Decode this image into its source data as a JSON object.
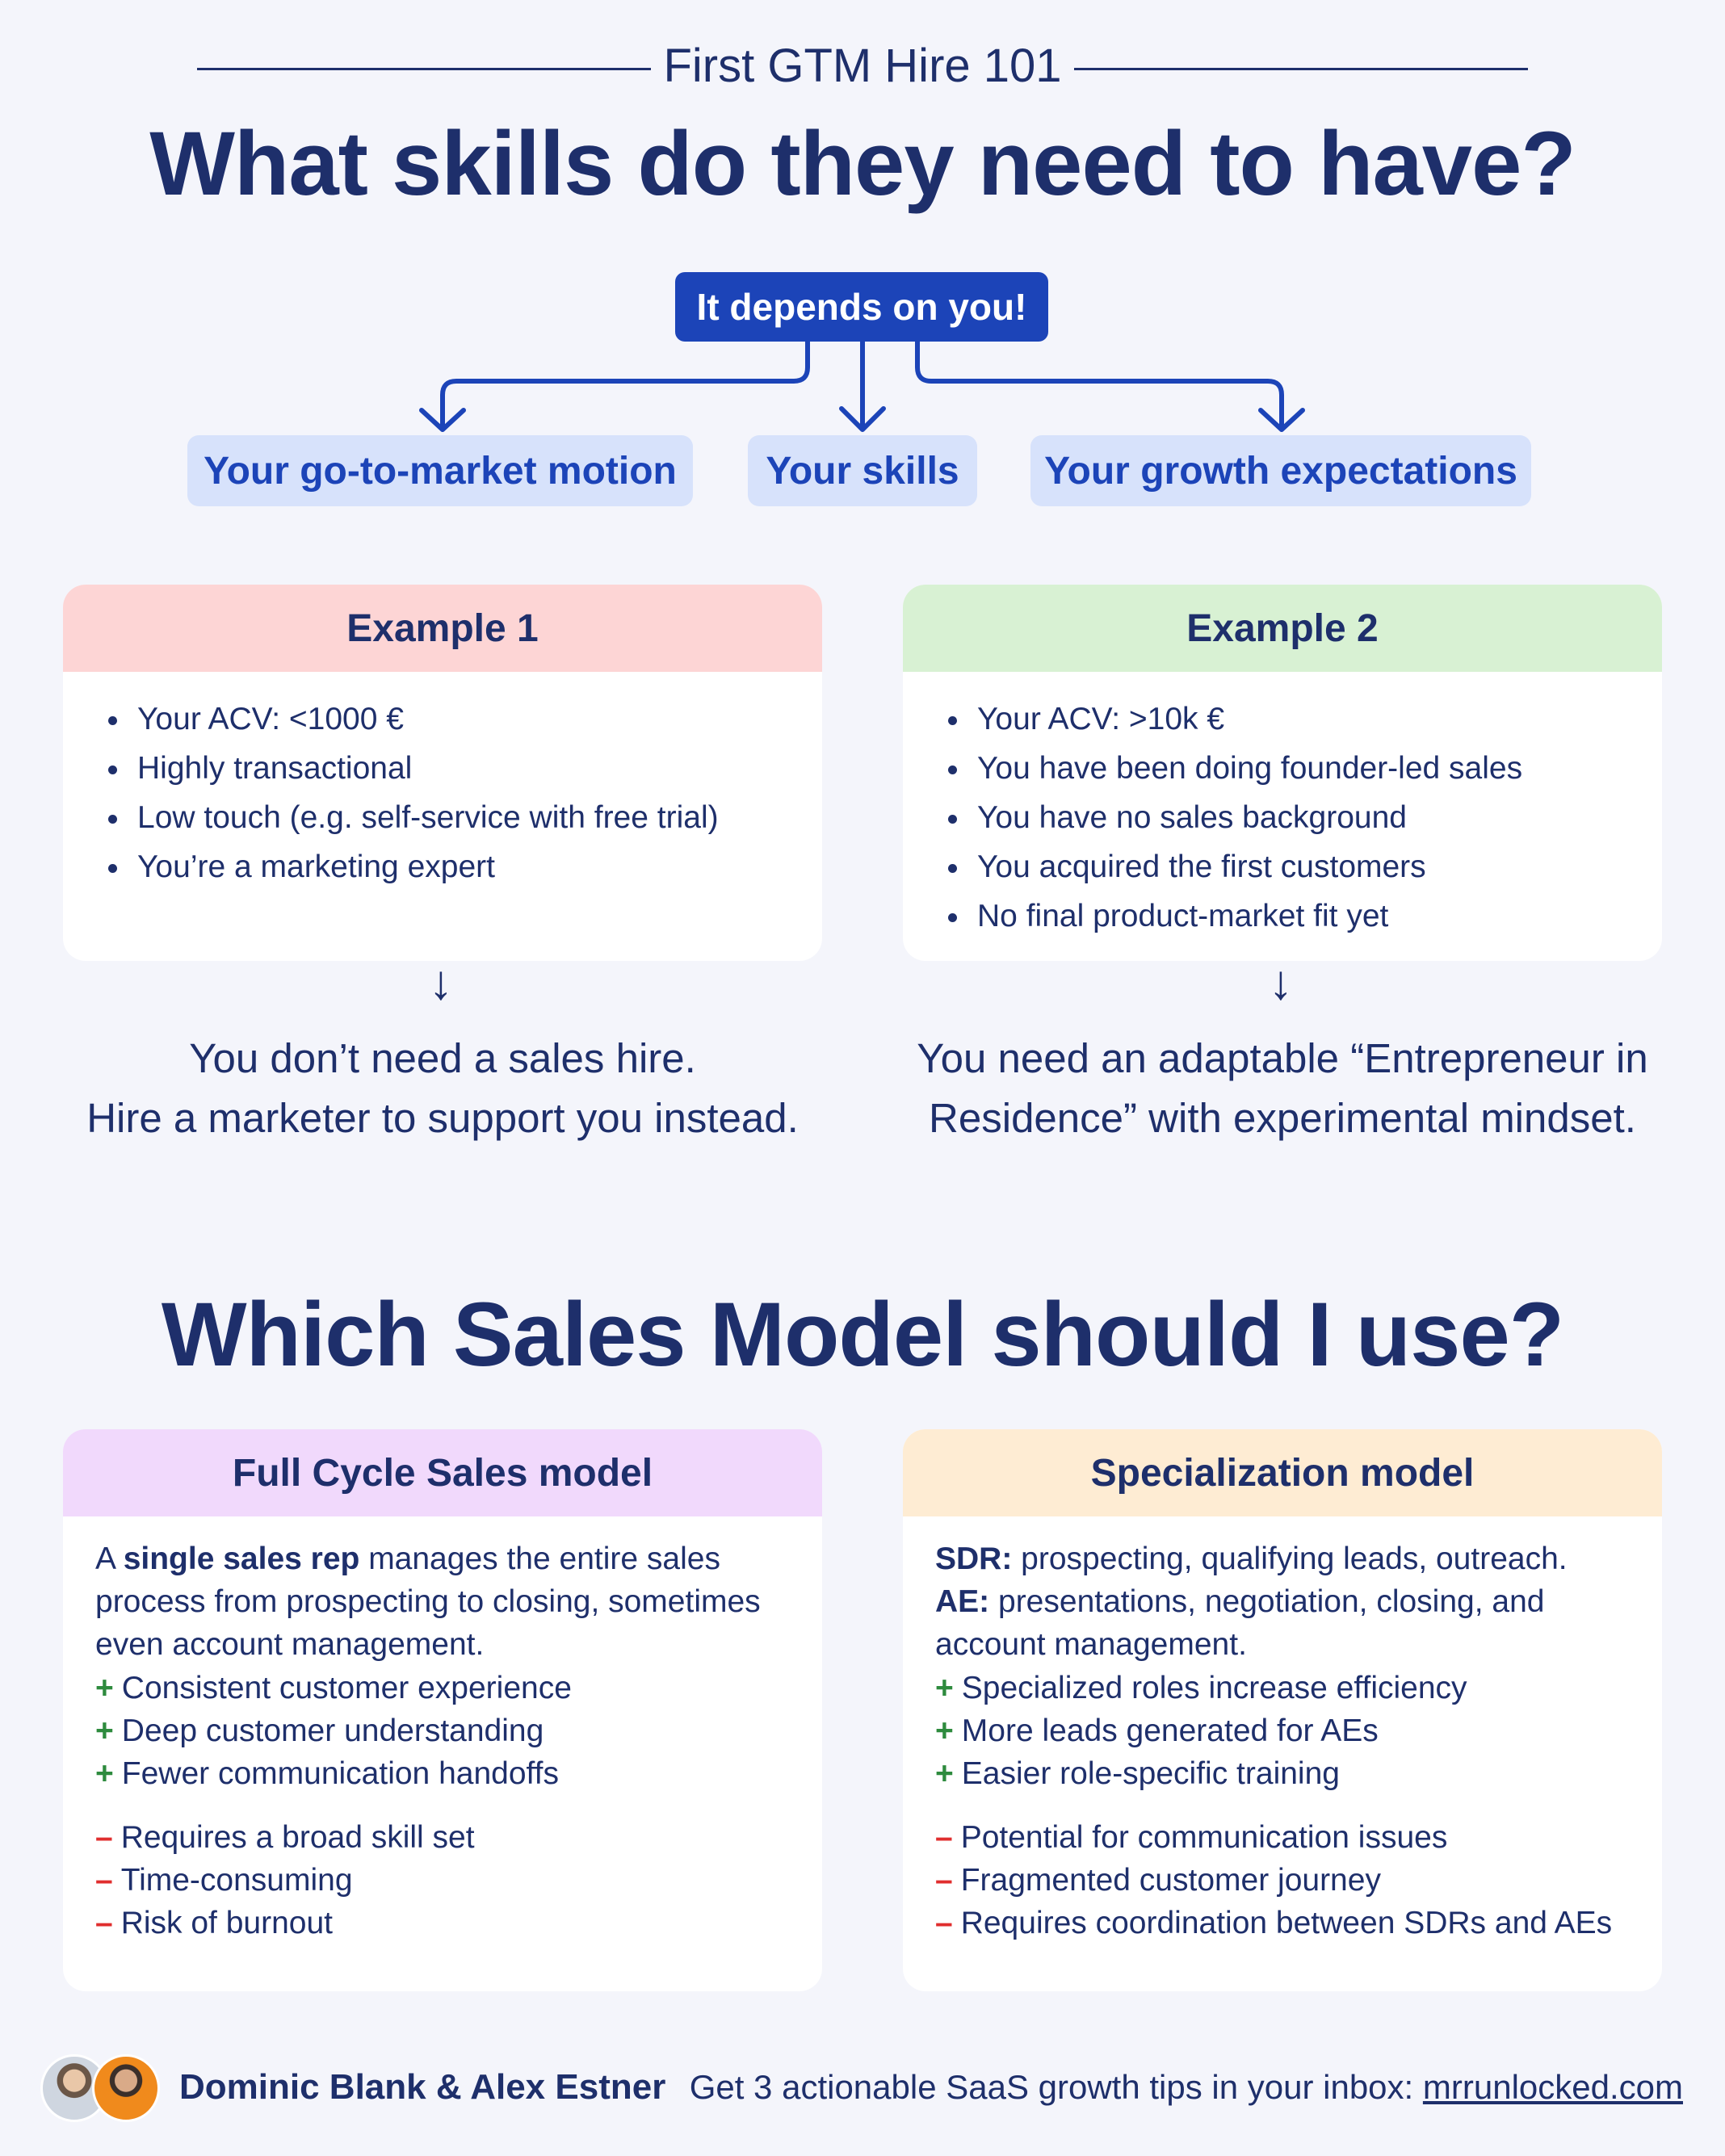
{
  "header": {
    "kicker": "First GTM Hire 101",
    "title": "What skills do they need to have?"
  },
  "depends": {
    "label": "It depends on you!",
    "factors": [
      "Your go-to-market motion",
      "Your skills",
      "Your growth expectations"
    ]
  },
  "examples": [
    {
      "title": "Example 1",
      "head_color": "#fdd5d5",
      "items": [
        "Your ACV: <1000 €",
        "Highly transactional",
        "Low touch (e.g. self-service with free trial)",
        "You’re a marketing expert"
      ],
      "result_lines": [
        "You don’t need a sales hire.",
        "Hire a marketer to support you instead."
      ]
    },
    {
      "title": "Example 2",
      "head_color": "#d8f1d3",
      "items": [
        "Your ACV: >10k €",
        "You have been doing founder-led sales",
        "You have no sales background",
        "You acquired the first customers",
        "No final product-market fit yet"
      ],
      "result_lines": [
        "You need an adaptable “Entrepreneur in",
        "Residence” with experimental mindset."
      ]
    }
  ],
  "section2": {
    "title": "Which Sales Model should I use?"
  },
  "models": [
    {
      "title": "Full Cycle Sales model",
      "head_color": "#f1d9fc",
      "desc_pre": "A ",
      "desc_bold": "single sales rep",
      "desc_post": " manages the entire sales process from prospecting to closing, sometimes even account management.",
      "pros": [
        "Consistent customer experience",
        "Deep customer understanding",
        "Fewer communication handoffs"
      ],
      "cons": [
        "Requires a broad skill set",
        "Time-consuming",
        "Risk of burnout"
      ]
    },
    {
      "title": "Specialization model",
      "head_color": "#feecd3",
      "roles": [
        {
          "label": "SDR:",
          "text": " prospecting, qualifying leads, outreach."
        },
        {
          "label": "AE:",
          "text": " presentations, negotiation, closing, and account management."
        }
      ],
      "pros": [
        "Specialized roles increase efficiency",
        "More leads generated for AEs",
        "Easier role-specific training"
      ],
      "cons": [
        "Potential for communication issues",
        "Fragmented customer journey",
        "Requires coordination between SDRs and AEs"
      ]
    }
  ],
  "symbols": {
    "plus": "+",
    "minus": "–",
    "arrow": "↓"
  },
  "footer": {
    "authors": "Dominic Blank & Alex Estner",
    "cta_text": "Get 3 actionable SaaS growth tips in your inbox: ",
    "cta_link": "mrrunlocked.com"
  },
  "colors": {
    "navy": "#1e2f6b",
    "accent": "#1c44b8",
    "pill_bg": "#d7e2fb",
    "page_bg": "#f4f5fb",
    "plus": "#2e8b3e",
    "minus": "#e02e2e"
  }
}
